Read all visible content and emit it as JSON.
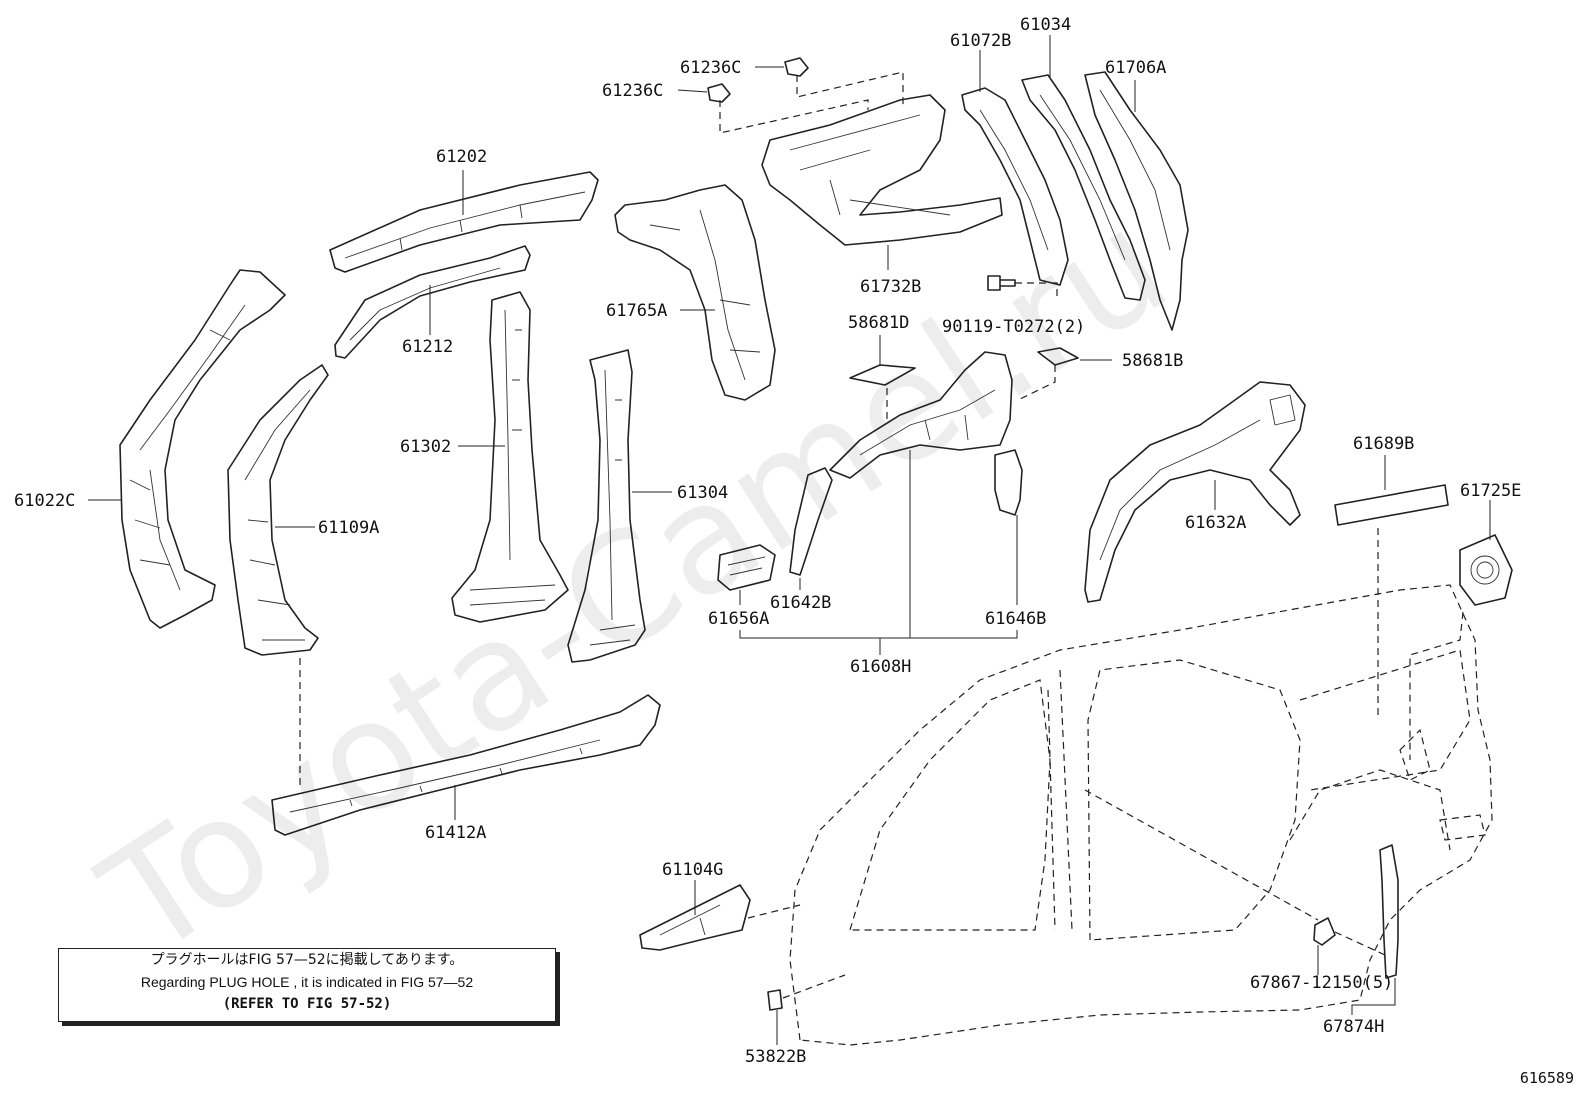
{
  "watermark": "Toyota-Camel.ru",
  "figure_number": "616589",
  "note": {
    "japanese": "プラグホールはFIG 57—52に掲載してあります。",
    "english": "Regarding  PLUG  HOLE , it is indicated in FIG  57—52",
    "reference": "(REFER TO FIG 57-52)"
  },
  "labels": {
    "p61236C_a": "61236C",
    "p61236C_b": "61236C",
    "p61072B": "61072B",
    "p61034": "61034",
    "p61706A": "61706A",
    "p61202": "61202",
    "p61765A": "61765A",
    "p61732B": "61732B",
    "p61212": "61212",
    "p90119": "90119-T0272(2)",
    "p58681D": "58681D",
    "p58681B": "58681B",
    "p61302": "61302",
    "p61689B": "61689B",
    "p61725E": "61725E",
    "p61022C": "61022C",
    "p61304": "61304",
    "p61109A": "61109A",
    "p61632A": "61632A",
    "p61642B": "61642B",
    "p61646B": "61646B",
    "p61656A": "61656A",
    "p61608H": "61608H",
    "p61412A": "61412A",
    "p61104G": "61104G",
    "p67867": "67867-12150(5)",
    "p67874H": "67874H",
    "p53822B": "53822B"
  }
}
